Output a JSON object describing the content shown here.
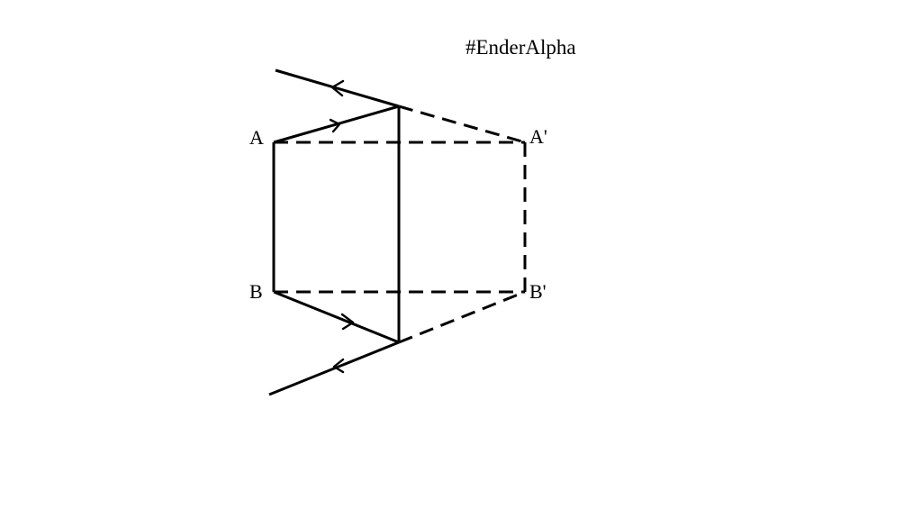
{
  "caption": "#EnderAlpha",
  "labels": {
    "a": "A",
    "a_image": "A'",
    "b": "B",
    "b_image": "B'"
  }
}
